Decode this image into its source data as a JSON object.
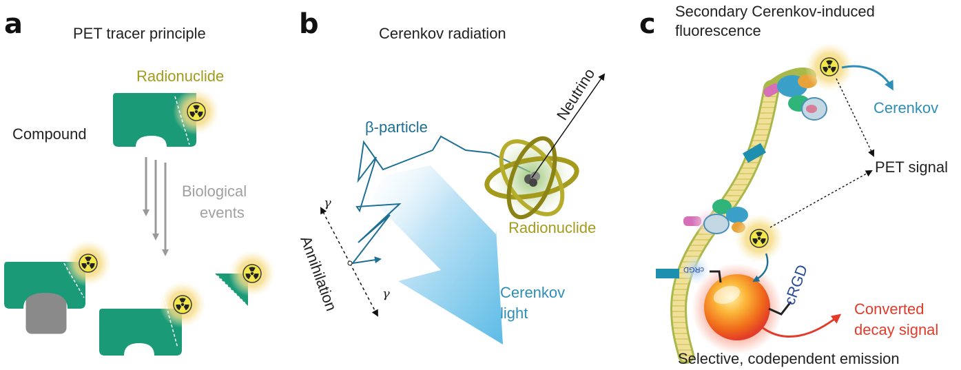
{
  "panels": {
    "a": {
      "letter": "a",
      "title": "PET tracer principle",
      "radionuclide_label": "Radionuclide",
      "compound_label": "Compound",
      "bio_line1": "Biological",
      "bio_line2": "events"
    },
    "b": {
      "letter": "b",
      "title": "Cerenkov radiation",
      "beta_label": "β-particle",
      "neutrino_label": "Neutrino",
      "radionuclide_label": "Radionuclide",
      "gamma_top": "γ",
      "gamma_bottom": "γ",
      "annihilation_label": "Annihilation",
      "light_line1": "Cerenkov",
      "light_line2": "light"
    },
    "c": {
      "letter": "c",
      "title_line1": "Secondary Cerenkov-induced",
      "title_line2": "fluorescence",
      "cerenkov_label": "Cerenkov",
      "pet_signal_label": "PET signal",
      "crgd_label": "cRGD",
      "crgd_small_label": "cRGD",
      "converted_line1": "Converted",
      "converted_line2": "decay signal",
      "caption": "Selective, codependent emission"
    }
  },
  "colors": {
    "compound": "#1a9a76",
    "receptor": "#8a8a8a",
    "halo": "#f3d77b",
    "trefoil_bg": "#f1e64a",
    "olive": "#a49a1c",
    "teal_path": "#1e6f94",
    "cerenkov_blue": "#2d8fb8",
    "red": "#e23b2a",
    "membrane": "#e9d87a"
  },
  "icons": [
    "radiation-trefoil-icon",
    "atom-icon",
    "arrow-icon"
  ]
}
